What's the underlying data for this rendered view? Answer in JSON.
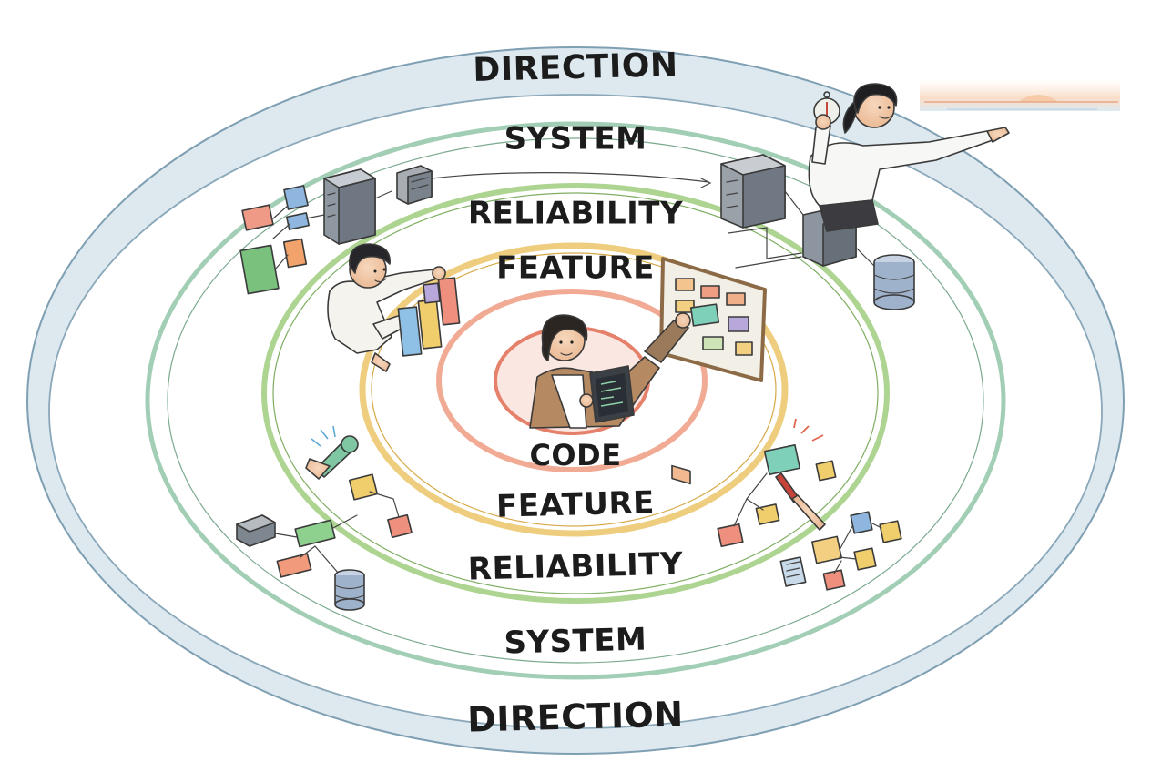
{
  "rings": [
    {
      "id": "direction",
      "label": "DIRECTION",
      "color": "#9fb7c8"
    },
    {
      "id": "system",
      "label": "SYSTEM",
      "color": "#8fc4a8"
    },
    {
      "id": "reliability",
      "label": "RELIABILITY",
      "color": "#9ac77c"
    },
    {
      "id": "feature",
      "label": "FEATURE",
      "color": "#e7c46a"
    },
    {
      "id": "code",
      "label": "CODE",
      "color": "#e98a72"
    }
  ],
  "labels": {
    "direction_top": "DIRECTION",
    "system_top": "SYSTEM",
    "reliability_top": "RELIABILITY",
    "feature_top": "FEATURE",
    "code": "CODE",
    "feature_bottom": "FEATURE",
    "reliability_bottom": "RELIABILITY",
    "system_bottom": "SYSTEM",
    "direction_bottom": "DIRECTION"
  },
  "icons": {
    "center": "developer-with-tablet-icon",
    "feature_board": "kanban-board-icon",
    "reliability_worker": "engineer-arranging-cards-icon",
    "system_servers": "server-icon",
    "database": "database-icon",
    "direction_leader": "leader-pointing-with-compass-icon",
    "horizon": "sunrise-horizon-icon",
    "wrench": "wrench-icon"
  }
}
